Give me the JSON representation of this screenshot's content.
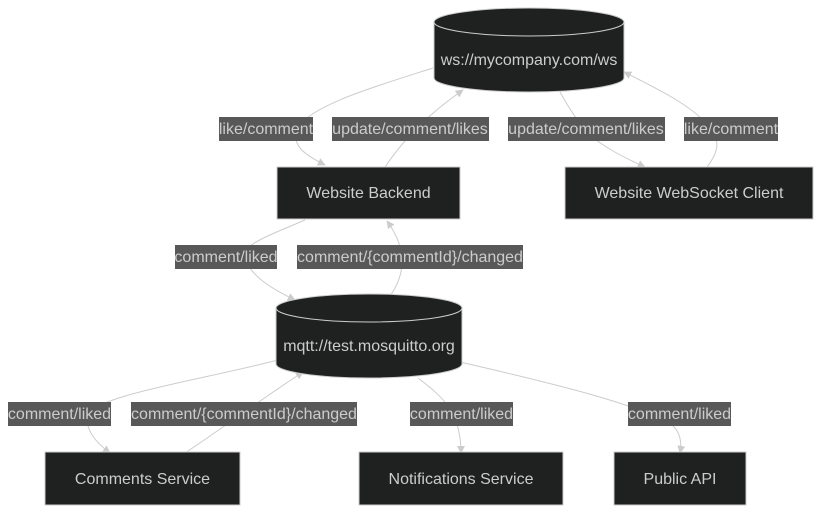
{
  "nodes": {
    "ws_broker": "ws://mycompany.com/ws",
    "website_backend": "Website Backend",
    "websocket_client": "Website WebSocket Client",
    "mqtt_broker": "mqtt://test.mosquitto.org",
    "comments_service": "Comments Service",
    "notifications_service": "Notifications Service",
    "public_api": "Public API"
  },
  "edges": {
    "backend_like_comment": "like/comment",
    "backend_update_likes": "update/comment/likes",
    "client_update_likes": "update/comment/likes",
    "client_like_comment": "like/comment",
    "backend_comment_liked": "comment/liked",
    "backend_comment_changed": "comment/{commentId}/changed",
    "comments_comment_liked": "comment/liked",
    "comments_comment_changed": "comment/{commentId}/changed",
    "notifications_comment_liked": "comment/liked",
    "publicapi_comment_liked": "comment/liked"
  },
  "colors": {
    "node_fill": "#1f2020",
    "node_stroke": "#cccccc",
    "label_background": "#585858",
    "text": "#cccccc"
  }
}
